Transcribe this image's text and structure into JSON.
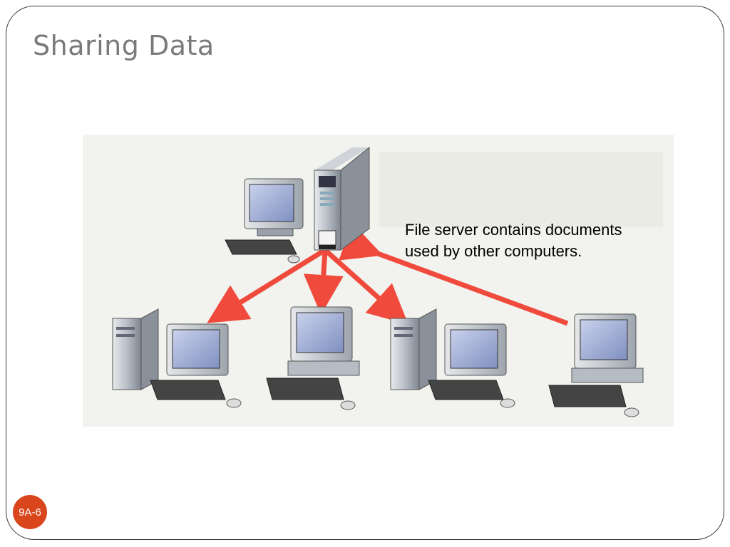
{
  "slide": {
    "title": "Sharing Data",
    "caption_line1": "File server contains documents",
    "caption_line2": "used by other computers.",
    "page_number": "9A-6"
  },
  "colors": {
    "arrow": "#f04a3c",
    "badge": "#d9461c",
    "title": "#7a7a7a",
    "diagram_bg": "#f2f2ee"
  }
}
